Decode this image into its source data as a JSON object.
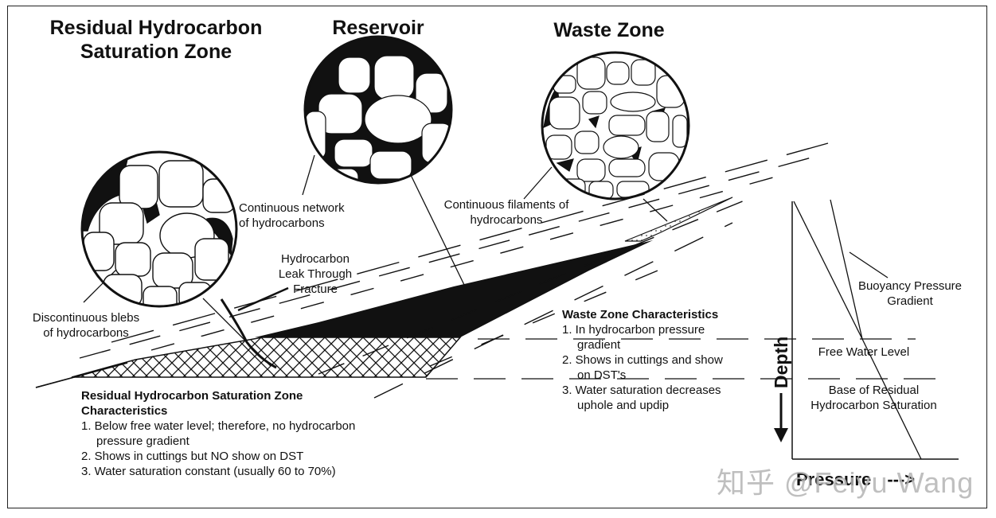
{
  "titles": {
    "residual": [
      "Residual Hydrocarbon",
      "Saturation Zone"
    ],
    "reservoir": "Reservoir",
    "waste": "Waste Zone"
  },
  "callouts": {
    "continuous_network": [
      "Continuous network",
      "of hydrocarbons"
    ],
    "continuous_filaments": [
      "Continuous filaments of",
      "hydrocarbons"
    ],
    "discontinuous_blebs": [
      "Discontinuous blebs",
      "of hydrocarbons"
    ],
    "leak_fracture": [
      "Hydrocarbon",
      "Leak Through",
      "Fracture"
    ]
  },
  "residual_characteristics": {
    "heading": [
      "Residual Hydrocarbon Saturation Zone",
      "Characteristics"
    ],
    "items": [
      [
        "1. Below free water level; therefore, no hydrocarbon",
        "pressure gradient"
      ],
      [
        "2. Shows in cuttings but NO show on DST"
      ],
      [
        "3. Water saturation constant (usually 60 to 70%)"
      ]
    ]
  },
  "waste_characteristics": {
    "heading": "Waste Zone Characteristics",
    "items": [
      [
        "1. In hydrocarbon pressure",
        "gradient"
      ],
      [
        "2. Shows in cuttings and show",
        "on DST's"
      ],
      [
        "3. Water saturation decreases",
        "uphole and updip"
      ]
    ]
  },
  "pressure_plot": {
    "y_axis_label": "Depth",
    "x_axis_label": "Pressure",
    "x_arrow": "--->",
    "labels": {
      "buoyancy": [
        "Buoyancy Pressure",
        "Gradient"
      ],
      "free_water_level": "Free Water Level",
      "base_residual": [
        "Base of Residual",
        "Hydrocarbon Saturation"
      ]
    }
  },
  "watermark": "知乎 @Feiyu Wang",
  "colors": {
    "ink": "#111111",
    "frame": "#222222",
    "watermark": "#b5b5b5"
  }
}
